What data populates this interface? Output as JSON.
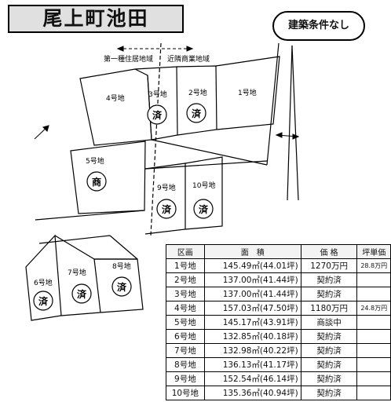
{
  "title": "尾上町池田",
  "condition_badge": "建築条件なし",
  "zones": {
    "left": "第一種住居地域",
    "right": "近隣商業地域"
  },
  "lots": [
    {
      "id": "1",
      "label": "1号地",
      "mark": ""
    },
    {
      "id": "2",
      "label": "2号地",
      "mark": "済"
    },
    {
      "id": "3",
      "label": "3号地",
      "mark": "済"
    },
    {
      "id": "4",
      "label": "4号地",
      "mark": ""
    },
    {
      "id": "5",
      "label": "5号地",
      "mark": "商"
    },
    {
      "id": "6",
      "label": "6号地",
      "mark": "済"
    },
    {
      "id": "7",
      "label": "7号地",
      "mark": "済"
    },
    {
      "id": "8",
      "label": "8号地",
      "mark": "済"
    },
    {
      "id": "9",
      "label": "9号地",
      "mark": "済"
    },
    {
      "id": "10",
      "label": "10号地",
      "mark": "済"
    }
  ],
  "table": {
    "headers": {
      "lot": "区画",
      "area": "面　積",
      "price": "価 格",
      "unit_price": "坪単価"
    },
    "rows": [
      {
        "lot": "1号地",
        "area": "145.49㎡(44.01坪)",
        "price": "1270万円",
        "unit_price": "28.8万円"
      },
      {
        "lot": "2号地",
        "area": "137.00㎡(41.44坪)",
        "price": "契約済",
        "unit_price": ""
      },
      {
        "lot": "3号地",
        "area": "137.00㎡(41.44坪)",
        "price": "契約済",
        "unit_price": ""
      },
      {
        "lot": "4号地",
        "area": "157.03㎡(47.50坪)",
        "price": "1180万円",
        "unit_price": "24.8万円"
      },
      {
        "lot": "5号地",
        "area": "145.17㎡(43.91坪)",
        "price": "商談中",
        "unit_price": ""
      },
      {
        "lot": "6号地",
        "area": "132.85㎡(40.18坪)",
        "price": "契約済",
        "unit_price": ""
      },
      {
        "lot": "7号地",
        "area": "132.98㎡(40.22坪)",
        "price": "契約済",
        "unit_price": ""
      },
      {
        "lot": "8号地",
        "area": "136.13㎡(41.17坪)",
        "price": "契約済",
        "unit_price": ""
      },
      {
        "lot": "9号地",
        "area": "152.54㎡(46.14坪)",
        "price": "契約済",
        "unit_price": ""
      },
      {
        "lot": "10号地",
        "area": "135.36㎡(40.94坪)",
        "price": "契約済",
        "unit_price": ""
      }
    ]
  },
  "colors": {
    "line": "#000000",
    "header_bg": "#e0e0e0"
  }
}
